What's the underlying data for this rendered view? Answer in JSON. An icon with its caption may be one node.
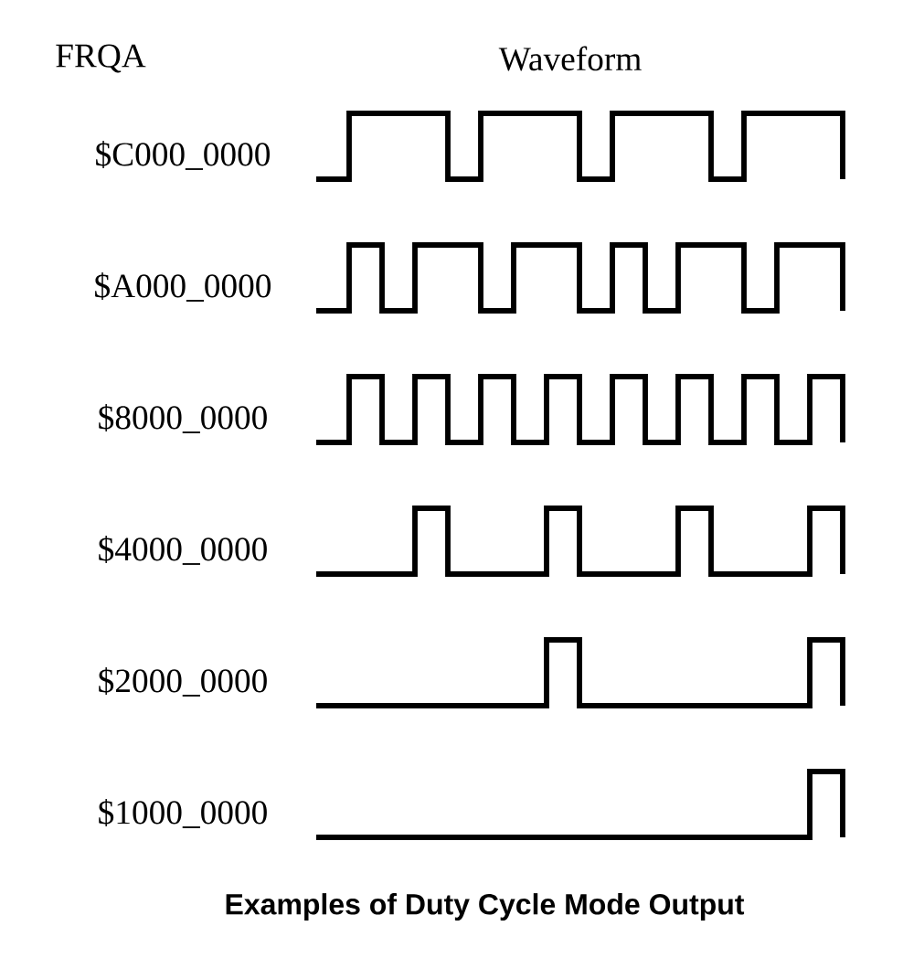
{
  "diagram": {
    "caption": "Examples of Duty Cycle Mode Output",
    "labels": [
      "FRQA",
      "Waveform",
      "$C000_0000",
      "$A000_0000",
      "$8000_0000",
      "$4000_0000",
      "$2000_0000",
      "$1000_0000"
    ]
  }
}
